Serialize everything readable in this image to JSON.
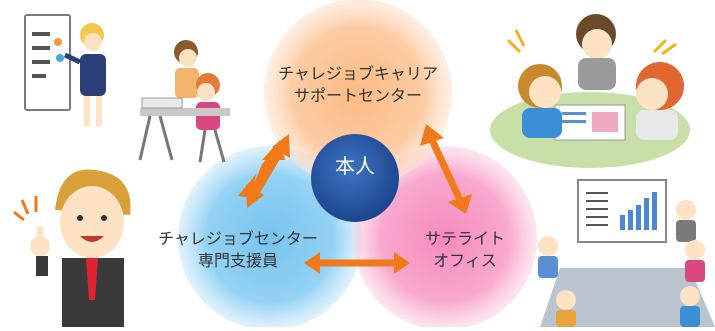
{
  "diagram": {
    "hub_label": "本人",
    "top_circle": {
      "line1": "チャレジョブキャリア",
      "line2": "サポートセンター",
      "color": "#f9c79a"
    },
    "left_circle": {
      "line1": "チャレジョブセンター",
      "line2": "専門支援員",
      "color": "#86c9ee"
    },
    "right_circle": {
      "line1": "サテライト",
      "line2": "オフィス",
      "color": "#f59ac4"
    },
    "hub_color": "#2a5aa8",
    "arrow_color": "#f07a1a"
  },
  "illustrations": {
    "top_left": "presentation-illustration",
    "top_center_left": "study-desk-illustration",
    "top_right": "meeting-illustration",
    "bottom_left": "businessman-illustration",
    "bottom_right": "conference-illustration"
  }
}
